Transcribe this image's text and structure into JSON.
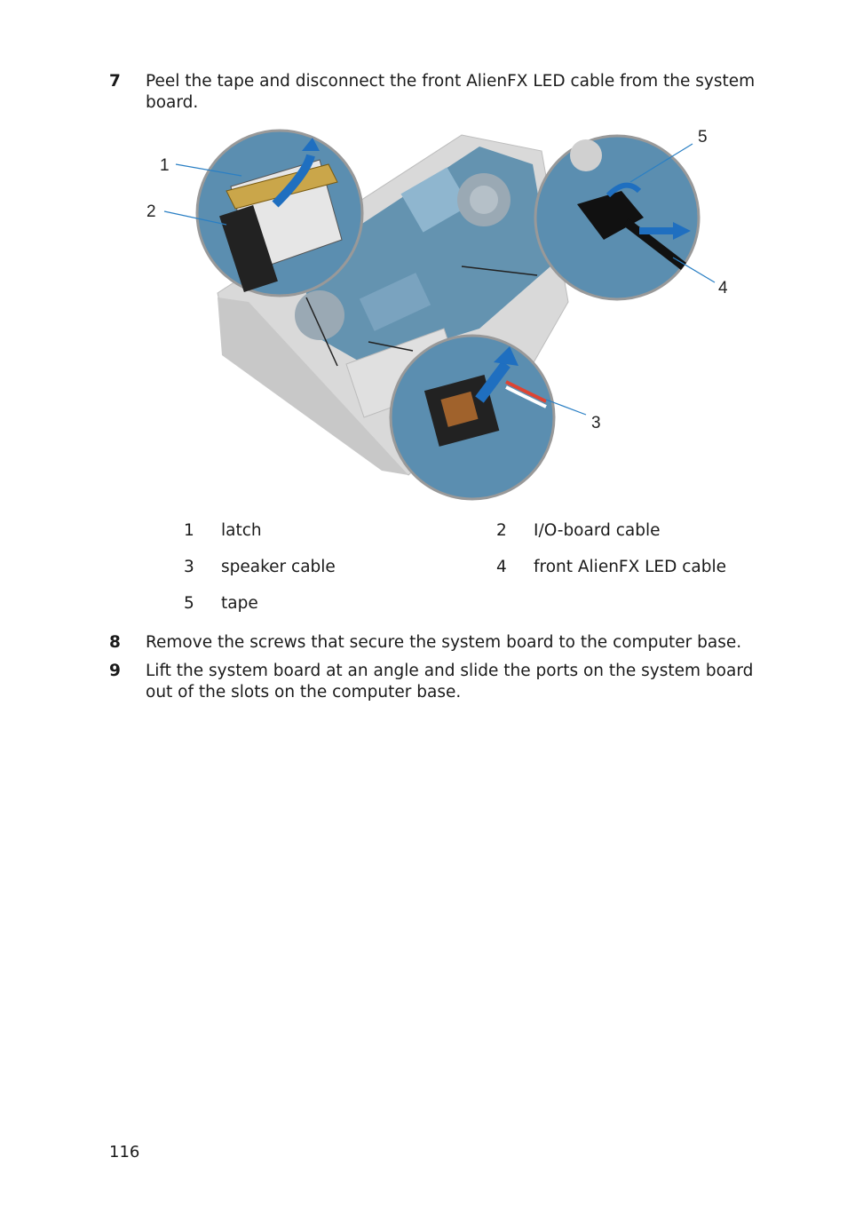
{
  "steps": [
    {
      "number": "7",
      "text": "Peel the tape and disconnect the front AlienFX LED cable from the system board."
    },
    {
      "number": "8",
      "text": "Remove the screws that secure the system board to the computer base."
    },
    {
      "number": "9",
      "text": "Lift the system board at an angle and slide the ports on the system board out of the slots on the computer base."
    }
  ],
  "figure": {
    "callouts": [
      "1",
      "2",
      "3",
      "4",
      "5"
    ]
  },
  "legend": [
    {
      "num": "1",
      "label": "latch"
    },
    {
      "num": "2",
      "label": "I/O-board cable"
    },
    {
      "num": "3",
      "label": "speaker cable"
    },
    {
      "num": "4",
      "label": "front AlienFX LED cable"
    },
    {
      "num": "5",
      "label": "tape"
    }
  ],
  "page_number": "116",
  "colors": {
    "callout_line": "#2a7fc4",
    "board": "#4f86a8",
    "arrow": "#1f6fc0"
  }
}
